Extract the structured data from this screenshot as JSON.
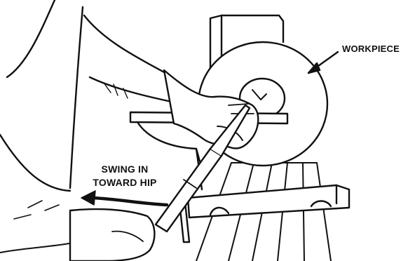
{
  "labels": {
    "workpiece": "WORKPIECE",
    "swing_line1": "SWING IN",
    "swing_line2": "TOWARD HIP"
  },
  "icons": [
    "lathe-illustration",
    "hand-icon",
    "chisel-icon",
    "arrow-icon"
  ],
  "colors": {
    "ink": "#111111",
    "paper": "#ffffff"
  }
}
